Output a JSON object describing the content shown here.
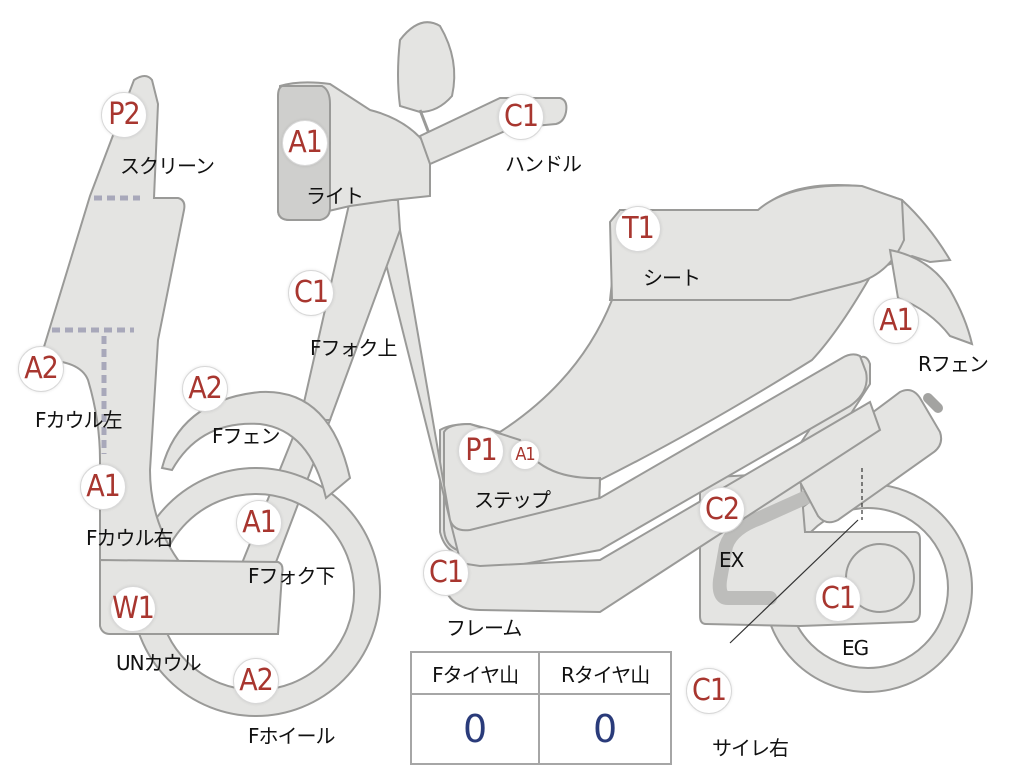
{
  "parts": {
    "screen": {
      "grade": "P2",
      "label": "スクリーン"
    },
    "light": {
      "grade": "A1",
      "label": "ライト"
    },
    "handle": {
      "grade": "C1",
      "label": "ハンドル"
    },
    "seat": {
      "grade": "T1",
      "label": "シート"
    },
    "fork_upper": {
      "grade": "C1",
      "label": "Fフォク上"
    },
    "r_fender": {
      "grade": "A1",
      "label": "Rフェン"
    },
    "f_cowl_left": {
      "grade": "A2",
      "label": "Fカウル左"
    },
    "f_fender": {
      "grade": "A2",
      "label": "Fフェン"
    },
    "step": {
      "grade": "P1",
      "grade2": "A1",
      "label": "ステップ"
    },
    "f_cowl_right": {
      "grade": "A1",
      "label": "Fカウル右"
    },
    "fork_lower": {
      "grade": "A1",
      "label": "Fフォク下"
    },
    "exhaust": {
      "grade": "C2",
      "label": "EX"
    },
    "under_cowl": {
      "grade": "W1",
      "label": "UNカウル"
    },
    "frame": {
      "grade": "C1",
      "label": "フレーム"
    },
    "engine": {
      "grade": "C1",
      "label": "EG"
    },
    "f_wheel": {
      "grade": "A2",
      "label": "Fホイール"
    },
    "silencer_r": {
      "grade": "C1",
      "label": "サイレ右"
    }
  },
  "tires": {
    "headers": [
      "Fタイヤ山",
      "Rタイヤ山"
    ],
    "values": [
      "0",
      "0"
    ]
  },
  "colors": {
    "grade_text": "#a8362f",
    "tire_value": "#2a3b7a",
    "part_fill": "#e4e4e2",
    "part_stroke": "#9a9a98"
  }
}
